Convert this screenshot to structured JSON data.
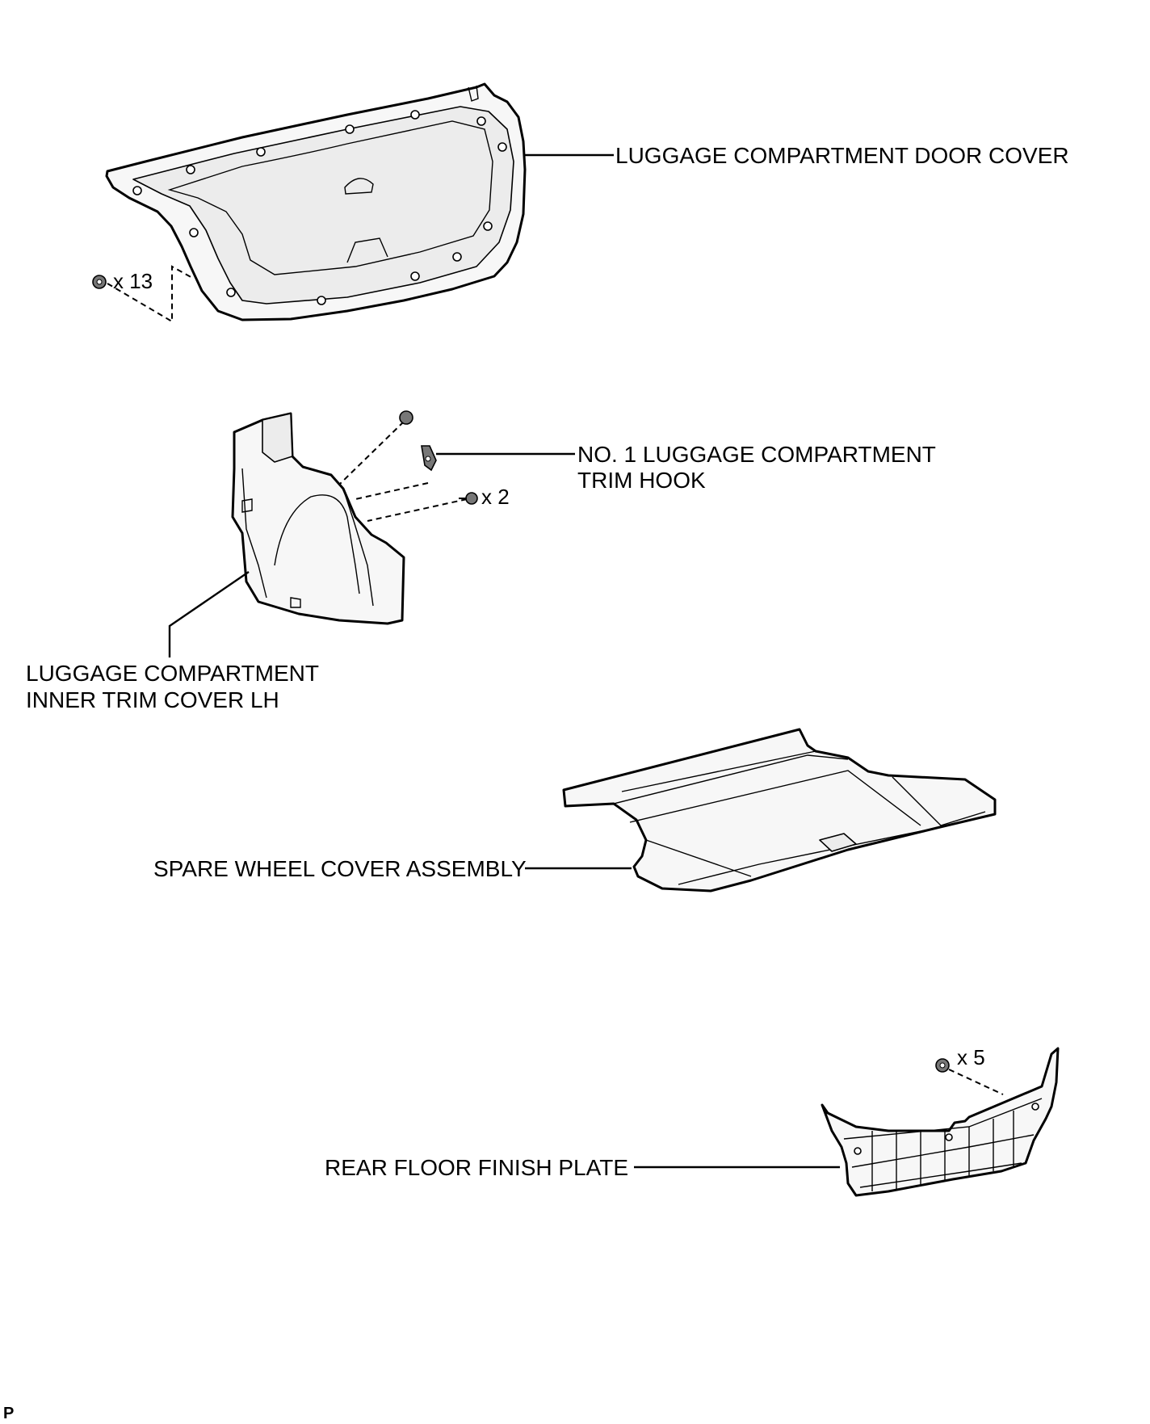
{
  "parts": {
    "door_cover": {
      "label": "LUGGAGE COMPARTMENT DOOR COVER",
      "fastener_qty": "x 13"
    },
    "trim_hook": {
      "label_line1": "NO. 1 LUGGAGE COMPARTMENT",
      "label_line2": "TRIM HOOK",
      "fastener_qty": "x 2"
    },
    "inner_trim_cover": {
      "label_line1": "LUGGAGE COMPARTMENT",
      "label_line2": "INNER TRIM COVER LH"
    },
    "spare_wheel_cover": {
      "label": "SPARE WHEEL COVER ASSEMBLY"
    },
    "rear_floor_plate": {
      "label": "REAR FLOOR FINISH PLATE",
      "fastener_qty": "x 5"
    }
  },
  "footer_code": "P",
  "icons": [
    "clip-icon",
    "screw-icon",
    "hook-icon"
  ]
}
